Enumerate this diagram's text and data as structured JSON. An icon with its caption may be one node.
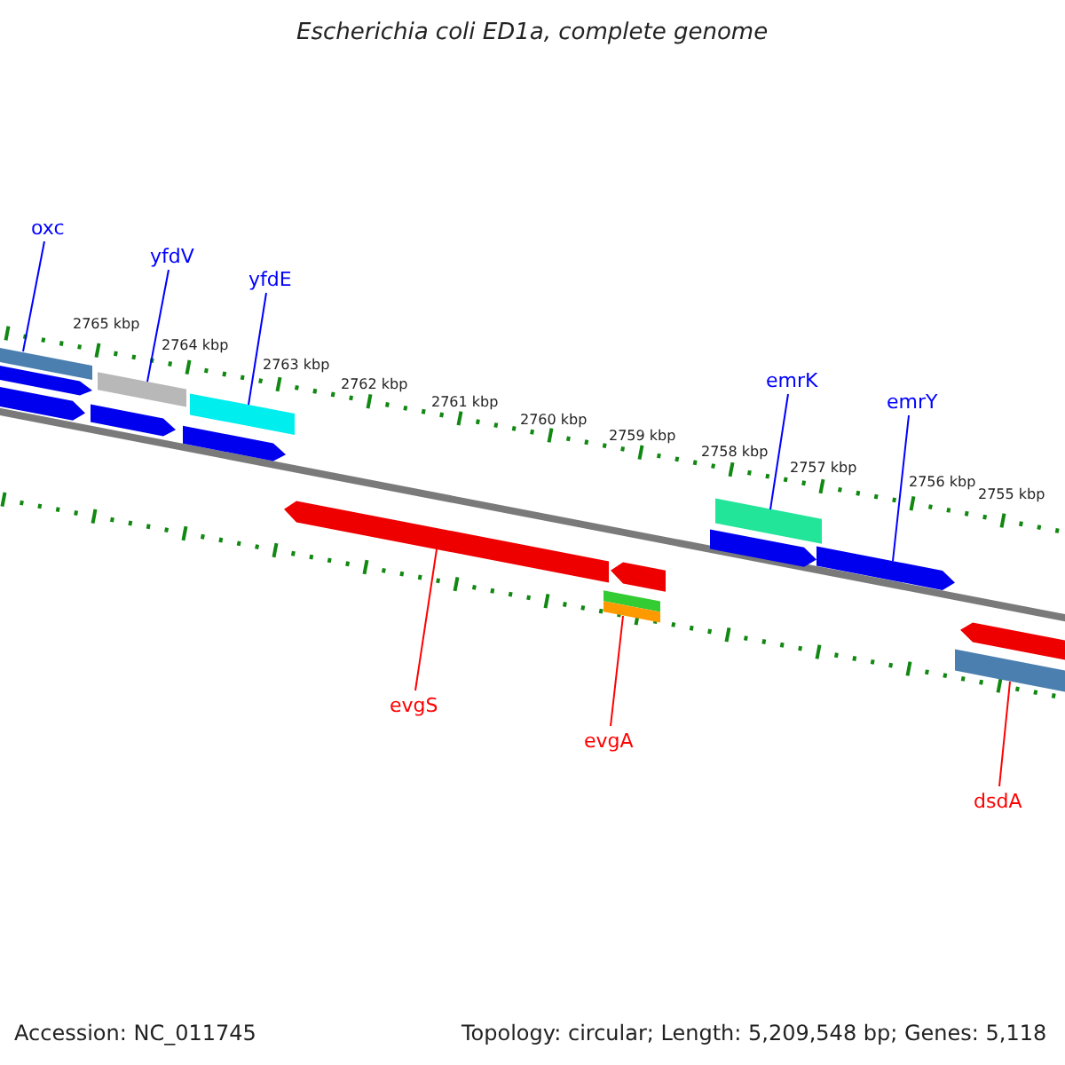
{
  "diagram": {
    "title": "Escherichia coli ED1a, complete genome",
    "nodes": [
      {
        "text": [
          "oxc"
        ]
      },
      {
        "text": [],
        "shape": "bar"
      },
      {
        "text": [
          "yfdV"
        ]
      },
      {
        "text": [],
        "shape": "bar"
      },
      {
        "text": [
          "yfdE"
        ]
      },
      {
        "text": [],
        "shape": "bar"
      },
      {
        "text": [
          "emrK"
        ]
      },
      {
        "text": [],
        "shape": "bar"
      },
      {
        "text": [
          "emrY"
        ]
      },
      {
        "text": [],
        "shape": "bar"
      },
      {
        "text": [],
        "shape": "bar"
      },
      {
        "text": [
          "evgS"
        ]
      },
      {
        "text": [],
        "shape": "bar"
      },
      {
        "text": [
          "evgA"
        ]
      },
      {
        "text": [],
        "shape": "bar"
      },
      {
        "text": [
          "dsdA"
        ]
      }
    ],
    "edges": [
      {
        "from": 0,
        "to": 1,
        "arrow": "none"
      },
      {
        "from": 2,
        "to": 3,
        "arrow": "none"
      },
      {
        "from": 4,
        "to": 5,
        "arrow": "none"
      },
      {
        "from": 6,
        "to": 7,
        "arrow": "none"
      },
      {
        "from": 8,
        "to": 9,
        "arrow": "none"
      },
      {
        "from": 11,
        "to": 10,
        "arrow": "none",
        "color": "#ff0000"
      },
      {
        "from": 13,
        "to": 12,
        "arrow": "none",
        "color": "#ff0000"
      },
      {
        "from": 15,
        "to": 14,
        "arrow": "none",
        "color": "#ff0000"
      }
    ],
    "labels": [
      "2765 kbp",
      "2764 kbp",
      "2763 kbp",
      "2762 kbp",
      "2761 kbp",
      "2760 kbp",
      "2759 kbp",
      "2758 kbp",
      "2757 kbp",
      "2756 kbp",
      "2755 kbp",
      "Accession: NC_011745",
      "Topology: circular; Length: 5,209,548 bp; Genes: 5,118"
    ]
  }
}
